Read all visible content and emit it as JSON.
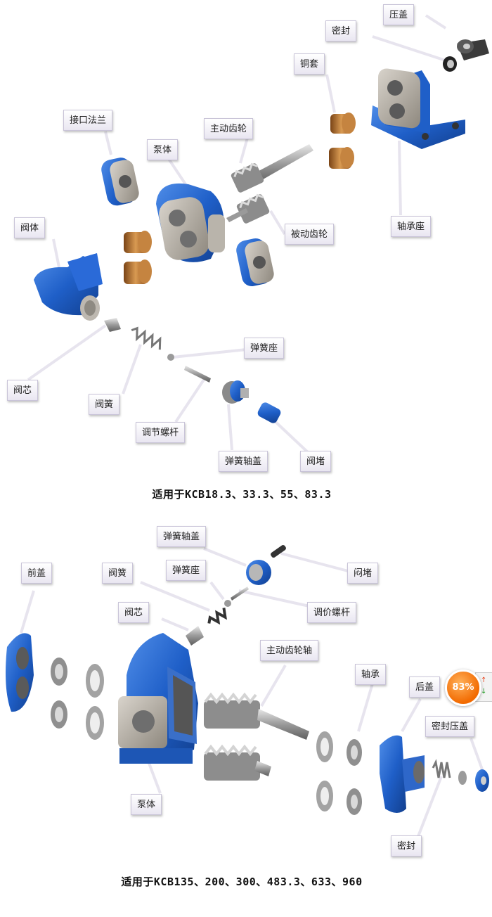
{
  "diagram_top": {
    "labels": {
      "ya_gai": "压盖",
      "mi_feng": "密封",
      "tong_tao": "铜套",
      "jie_kou_fa_lan": "接口法兰",
      "zhu_dong_chi_lun": "主动齿轮",
      "beng_ti": "泵体",
      "bei_dong_chi_lun": "被动齿轮",
      "zhou_cheng_zuo": "轴承座",
      "fa_ti": "阀体",
      "tan_huang_zuo": "弹簧座",
      "fa_xin": "阀芯",
      "fa_huang": "阀簧",
      "tiao_jie_luo_gan": "调节螺杆",
      "tan_huang_zhou_gai": "弹簧轴盖",
      "fa_du": "阀堵"
    },
    "caption": "适用于KCB18.3、33.3、55、83.3"
  },
  "diagram_bottom": {
    "labels": {
      "tan_huang_zhou_gai": "弹簧轴盖",
      "qian_gai": "前盖",
      "fa_huang": "阀簧",
      "tan_huang_zuo": "弹簧座",
      "fa_du": "闷堵",
      "tiao_jia_luo_gan": "调价螺杆",
      "fa_xin": "阀芯",
      "zhu_dong_chi_lun_zhou": "主动齿轮轴",
      "zhou_cheng": "轴承",
      "hou_gai": "后盖",
      "mi_feng_ya_gai": "密封压盖",
      "beng_ti": "泵体",
      "mi_feng": "密封"
    },
    "caption": "适用于KCB135、200、300、483.3、633、960"
  },
  "badge": {
    "percent": "83%"
  },
  "colors": {
    "blue": "#1f5fc8",
    "bronze": "#b8742a",
    "steel": "#a9a9a9"
  }
}
